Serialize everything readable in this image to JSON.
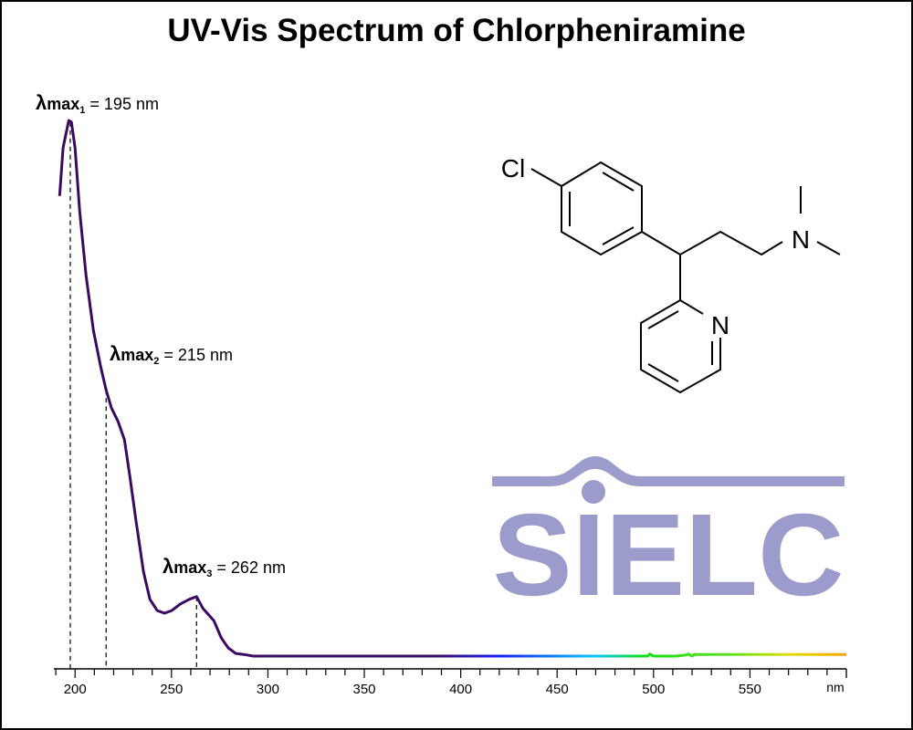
{
  "chart_data": {
    "type": "line",
    "title": "UV-Vis Spectrum of Chlorpheniramine",
    "xlabel": "nm",
    "ylabel": "",
    "xlim": [
      189,
      600
    ],
    "ylim": [
      0,
      1
    ],
    "x_ticks": [
      200,
      250,
      300,
      350,
      400,
      450,
      500,
      550
    ],
    "x_tick_labels": [
      "200",
      "250",
      "300",
      "350",
      "400",
      "450",
      "500",
      "550"
    ],
    "minor_tick_step": 10,
    "grid": false,
    "series": [
      {
        "name": "Chlorpheniramine",
        "x": [
          192.0,
          193.8,
          196.7,
          198.1,
          200,
          202.4,
          205.7,
          209.5,
          213.3,
          216.1,
          218.9,
          222.3,
          225.6,
          228.4,
          231.7,
          235.5,
          238.8,
          242.6,
          246.4,
          250.2,
          254.5,
          259.2,
          263,
          266.3,
          272,
          275.8,
          279.5,
          283.3,
          287.6,
          292.3,
          450,
          497,
          498,
          500,
          512,
          517,
          518,
          520,
          521,
          600
        ],
        "y": [
          0.859,
          0.949,
          1.0,
          0.997,
          0.949,
          0.83,
          0.71,
          0.608,
          0.54,
          0.497,
          0.463,
          0.438,
          0.404,
          0.336,
          0.25,
          0.157,
          0.106,
          0.085,
          0.08,
          0.085,
          0.097,
          0.106,
          0.111,
          0.089,
          0.066,
          0.034,
          0.015,
          0.005,
          0.003,
          0.0,
          0.0,
          0.0,
          0.004,
          0.0,
          0.0,
          0.002,
          0.004,
          0.0,
          0.003,
          0.003
        ]
      }
    ],
    "annotations": [
      {
        "symbol": "λ",
        "sub": "max",
        "index": "1",
        "text": " = 195 nm",
        "marker_x": 197.5
      },
      {
        "symbol": "λ",
        "sub": "max",
        "index": "2",
        "text": " = 215 nm",
        "marker_x": 216.1
      },
      {
        "symbol": "λ",
        "sub": "max",
        "index": "3",
        "text": " = 262 nm",
        "marker_x": 263
      }
    ],
    "gradient_colors": [
      {
        "nm": 189,
        "color": "#3a0a5e"
      },
      {
        "nm": 390,
        "color": "#3a0a6e"
      },
      {
        "nm": 420,
        "color": "#1a20ff"
      },
      {
        "nm": 470,
        "color": "#00c8ff"
      },
      {
        "nm": 495,
        "color": "#10e010"
      },
      {
        "nm": 540,
        "color": "#60e020"
      },
      {
        "nm": 570,
        "color": "#e0e000"
      },
      {
        "nm": 600,
        "color": "#ffa000"
      }
    ]
  },
  "molecule": {
    "atom_cl": "Cl",
    "atom_n1": "N",
    "atom_n2": "N"
  },
  "logo": {
    "text": "SIELC",
    "color": "#9c9ccc"
  }
}
